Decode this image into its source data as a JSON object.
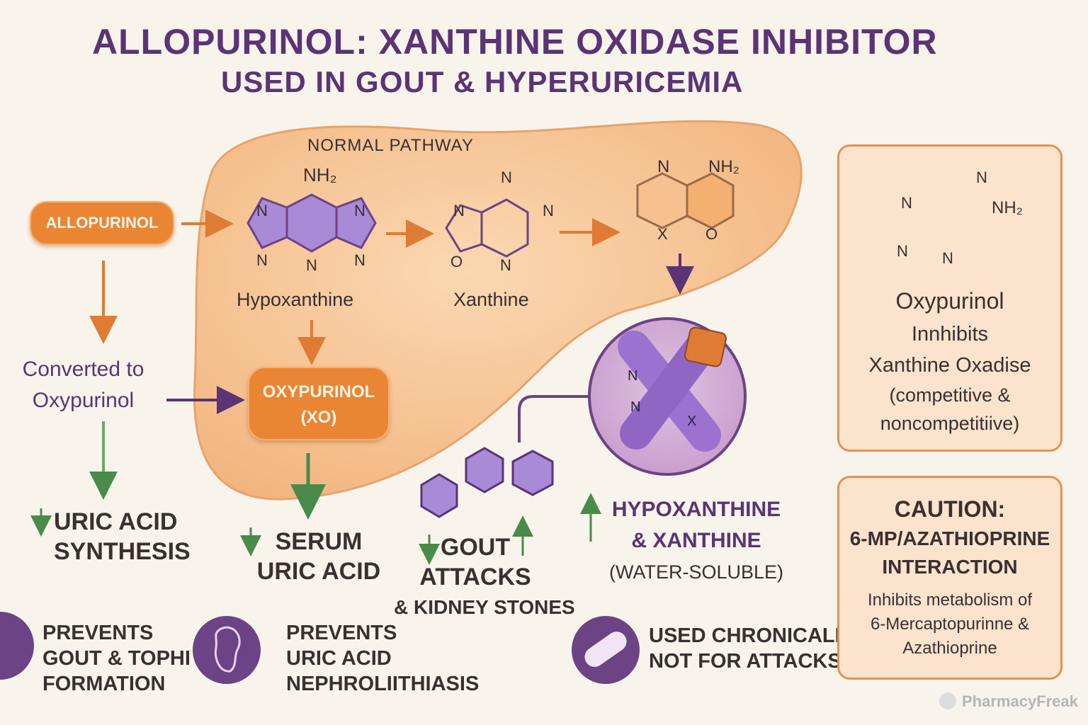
{
  "title": "ALLOPURINOL: XANTHINE OXIDASE INHIBITOR",
  "subtitle": "USED IN GOUT & HYPERURICEMIA",
  "pathway_label": "NORMAL PATHWAY",
  "allopurinol_pill": "ALLOPURINOL",
  "converted_line1": "Converted to",
  "converted_line2": "Oxypurinol",
  "oxypurinol_pill_line1": "OXYPURINOL",
  "oxypurinol_pill_line2": "(XO)",
  "molecules": {
    "hypoxanthine": "Hypoxanthine",
    "xanthine": "Xanthine",
    "nh2": "NH₂",
    "n": "N",
    "o": "O",
    "x": "X"
  },
  "effects": {
    "uric_acid_synthesis": [
      "URIC ACID",
      "SYNTHESIS"
    ],
    "serum_uric_acid": [
      "SERUM",
      "URIC ACID"
    ],
    "gout_attacks": [
      "GOUT",
      "ATTACKS"
    ],
    "kidney_stones": "& KIDNEY STONES",
    "hypoxanthine_xanthine": [
      "HYPOXANTHINE",
      "& XANTHINE",
      "(WATER-SOLUBLE)"
    ]
  },
  "bottom": {
    "prevents_gout": [
      "PREVENTS",
      "GOUT & TOPHI",
      "FORMATION"
    ],
    "prevents_uric": [
      "PREVENTS",
      "URIC ACID",
      "NEPHROLIITHIASIS"
    ],
    "used_chronically": [
      "USED CHRONICALLY,",
      "NOT FOR ATTACKS"
    ]
  },
  "oxypurinol_box": {
    "title": "Oxypurinol",
    "line1": "Innhibits",
    "line2": "Xanthine Oxadise",
    "line3": "(competitive &",
    "line4": "noncompetitiive)"
  },
  "caution_box": {
    "title": "CAUTION:",
    "line1": "6-MP/AZATHIOPRINE",
    "line2": "INTERACTION",
    "line3": "Inhibits metabolism of",
    "line4": "6-Mercaptopurinne &",
    "line5": "Azathioprine"
  },
  "watermark": "PharmacyFreak",
  "colors": {
    "purple": "#5a3475",
    "orange": "#ea8534",
    "liver": "#f6c79a",
    "green": "#4a8a4a"
  }
}
